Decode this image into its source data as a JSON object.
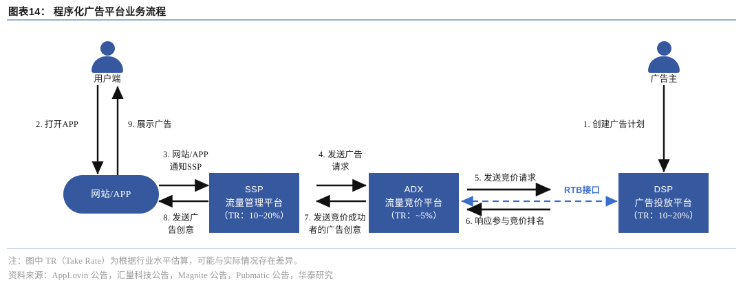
{
  "header": {
    "exhibit_prefix": "图表",
    "exhibit_number": "14",
    "exhibit_sep": "：",
    "title": "程序化广告平台业务流程"
  },
  "colors": {
    "brand_blue": "#36589e",
    "rtb_blue": "#3b6ecb",
    "rule_blue": "#9badcb",
    "note_gray": "#9a9a9a"
  },
  "actors": [
    {
      "id": "user",
      "label": "用户端",
      "icon": "person-icon"
    },
    {
      "id": "advertiser",
      "label": "广告主",
      "icon": "person-icon"
    }
  ],
  "boxes": [
    {
      "id": "site-app",
      "en": "",
      "cn": "网站/APP",
      "tr": "",
      "shape": "rounded"
    },
    {
      "id": "ssp",
      "en": "SSP",
      "cn": "流量管理平台",
      "tr": "（TR：10~20%）",
      "shape": "rect"
    },
    {
      "id": "adx",
      "en": "ADX",
      "cn": "流量竞价平台",
      "tr": "（TR：~5%）",
      "shape": "rect"
    },
    {
      "id": "dsp",
      "en": "DSP",
      "cn": "广告投放平台",
      "tr": "（TR：10~20%）",
      "shape": "rect"
    }
  ],
  "steps": [
    {
      "id": "step-1",
      "text_line1": "1. 创建广告计划",
      "text_line2": ""
    },
    {
      "id": "step-2",
      "text_line1": "2. 打开APP",
      "text_line2": ""
    },
    {
      "id": "step-3",
      "text_line1": "3. 网站/APP",
      "text_line2": "通知SSP"
    },
    {
      "id": "step-4",
      "text_line1": "4. 发送广告",
      "text_line2": "请求"
    },
    {
      "id": "step-5",
      "text_line1": "5. 发送竞价请求",
      "text_line2": ""
    },
    {
      "id": "step-6",
      "text_line1": "6. 响应参与竞价排名",
      "text_line2": ""
    },
    {
      "id": "step-7",
      "text_line1": "7. 发送竞价成功",
      "text_line2": "者的广告创意"
    },
    {
      "id": "step-8",
      "text_line1": "8. 发送广",
      "text_line2": "告创意"
    },
    {
      "id": "step-9",
      "text_line1": "9. 展示广告",
      "text_line2": ""
    }
  ],
  "rtb": {
    "label": "RTB接口"
  },
  "footer": {
    "note": "注：图中 TR（Take Rate）为根据行业水平估算，可能与实际情况存在差异。",
    "source": "资料来源：AppLovin 公告，汇量科技公告，Magnite 公告，Pubmatic 公告，华泰研究"
  }
}
